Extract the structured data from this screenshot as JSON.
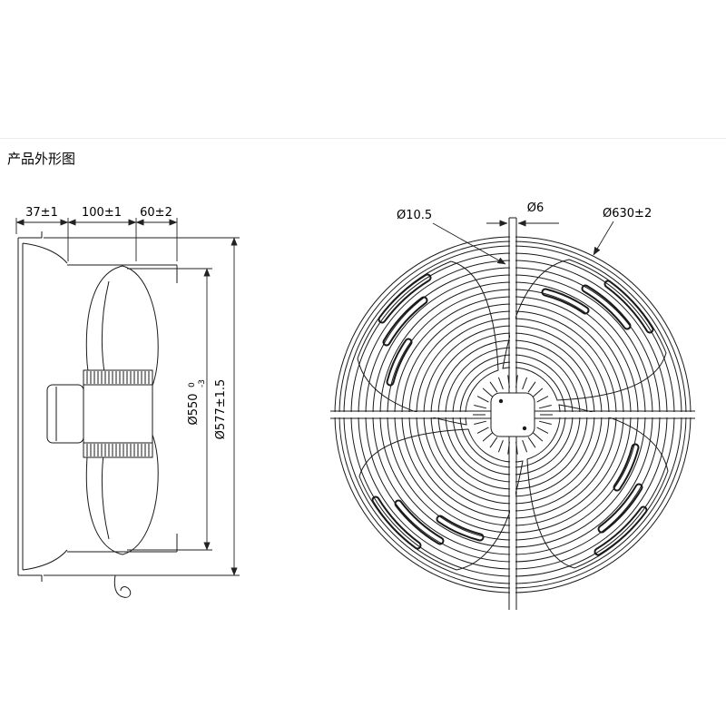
{
  "page": {
    "title": "产品外形图"
  },
  "side_view": {
    "dim_flange_depth": "37±1",
    "dim_body_depth": "100±1",
    "dim_ring_depth": "60±2",
    "dim_impeller_dia": "Ø550",
    "dim_impeller_tol_upper": "0",
    "dim_impeller_tol_lower": "-3",
    "dim_overall_dia": "Ø577±1.5"
  },
  "front_view": {
    "dim_mount_hole": "Ø10.5",
    "dim_wire": "Ø6",
    "dim_guard_dia": "Ø630±2"
  }
}
